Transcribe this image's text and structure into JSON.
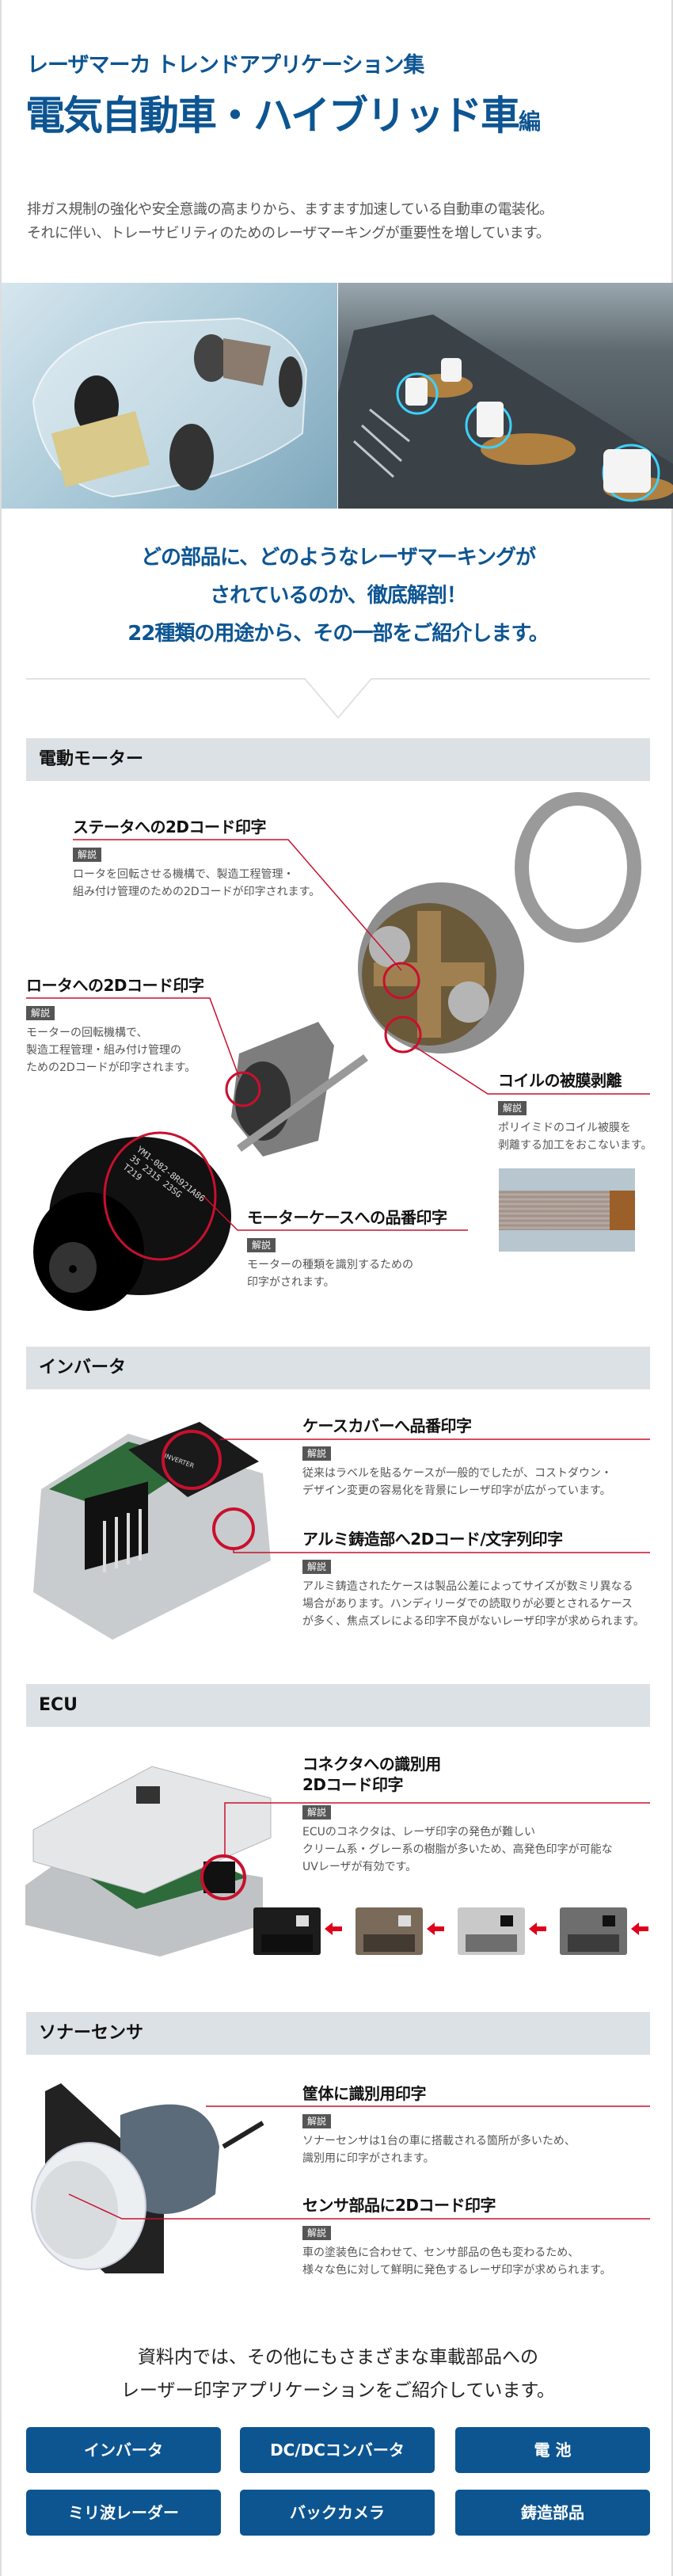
{
  "header": {
    "series": "レーザマーカ トレンドアプリケーション集",
    "title": "電気自動車・ハイブリッド車",
    "title_suffix": "編"
  },
  "intro": [
    "排ガス規制の強化や安全意識の高まりから、ますます加速している自動車の電装化。",
    "それに伴い、トレーサビリティのためのレーザマーキングが重要性を増しています。"
  ],
  "lead": [
    "どの部品に、どのようなレーザマーキングが",
    "されているのか、徹底解剖！",
    "22種類の用途から、その一部をご紹介します。"
  ],
  "badge": "解説",
  "sections": [
    {
      "title": "電動モーター",
      "callouts": [
        {
          "title": "ステータへの2Dコード印字",
          "desc": [
            "ロータを回転させる機構で、製造工程管理・",
            "組み付け管理のための2Dコードが印字されます。"
          ]
        },
        {
          "title": "ロータへの2Dコード印字",
          "desc": [
            "モーターの回転機構で、",
            "製造工程管理・組み付け管理の",
            "ための2Dコードが印字されます。"
          ]
        },
        {
          "title": "コイルの被膜剥離",
          "desc": [
            "ポリイミドのコイル被膜を",
            "剥離する加工をおこないます。"
          ]
        },
        {
          "title": "モーターケースへの品番印字",
          "desc": [
            "モーターの種類を識別するための",
            "印字がされます。"
          ]
        }
      ],
      "motor_marking": [
        "YM1-082-8R921A86",
        "35 2315 23SG",
        "T219"
      ]
    },
    {
      "title": "インバータ",
      "callouts": [
        {
          "title": "ケースカバーへ品番印字",
          "desc": [
            "従来はラベルを貼るケースが一般的でしたが、コストダウン・",
            "デザイン変更の容易化を背景にレーザ印字が広がっています。"
          ]
        },
        {
          "title": "アルミ鋳造部へ2Dコード/文字列印字",
          "desc": [
            "アルミ鋳造されたケースは製品公差によってサイズが数ミリ異なる",
            "場合があります。ハンディリーダでの読取りが必要とされるケース",
            "が多く、焦点ズレによる印字不良がないレーザ印字が求められます。"
          ]
        }
      ],
      "label": "INVERTER"
    },
    {
      "title": "ECU",
      "callouts": [
        {
          "title": [
            "コネクタへの識別用",
            "2Dコード印字"
          ],
          "desc": [
            "ECUのコネクタは、レーザ印字の発色が難しい",
            "クリーム系・グレー系の樹脂が多いため、高発色印字が可能な",
            "UVレーザが有効です。"
          ]
        }
      ],
      "connector_colors": [
        "#1c1c1c",
        "#7a6a5a",
        "#c9c9c9",
        "#6e6e6e"
      ],
      "arrow_color": "#e0001b"
    },
    {
      "title": "ソナーセンサ",
      "callouts": [
        {
          "title": "筐体に識別用印字",
          "desc": [
            "ソナーセンサは1台の車に搭載される箇所が多いため、",
            "識別用に印字がされます。"
          ]
        },
        {
          "title": "センサ部品に2Dコード印字",
          "desc": [
            "車の塗装色に合わせて、センサ部品の色も変わるため、",
            "様々な色に対して鮮明に発色するレーザ印字が求められます。"
          ]
        }
      ]
    }
  ],
  "outro": [
    "資料内では、その他にもさまざまな車載部品への",
    "レーザー印字アプリケーションをご紹介しています。"
  ],
  "buttons": [
    "インバータ",
    "DC/DCコンバータ",
    "電 池",
    "ミリ波レーダー",
    "バックカメラ",
    "鋳造部品"
  ],
  "colors": {
    "brand": "#0d5591",
    "accent_line": "#c8102e",
    "section_bg": "#dce1e5"
  }
}
